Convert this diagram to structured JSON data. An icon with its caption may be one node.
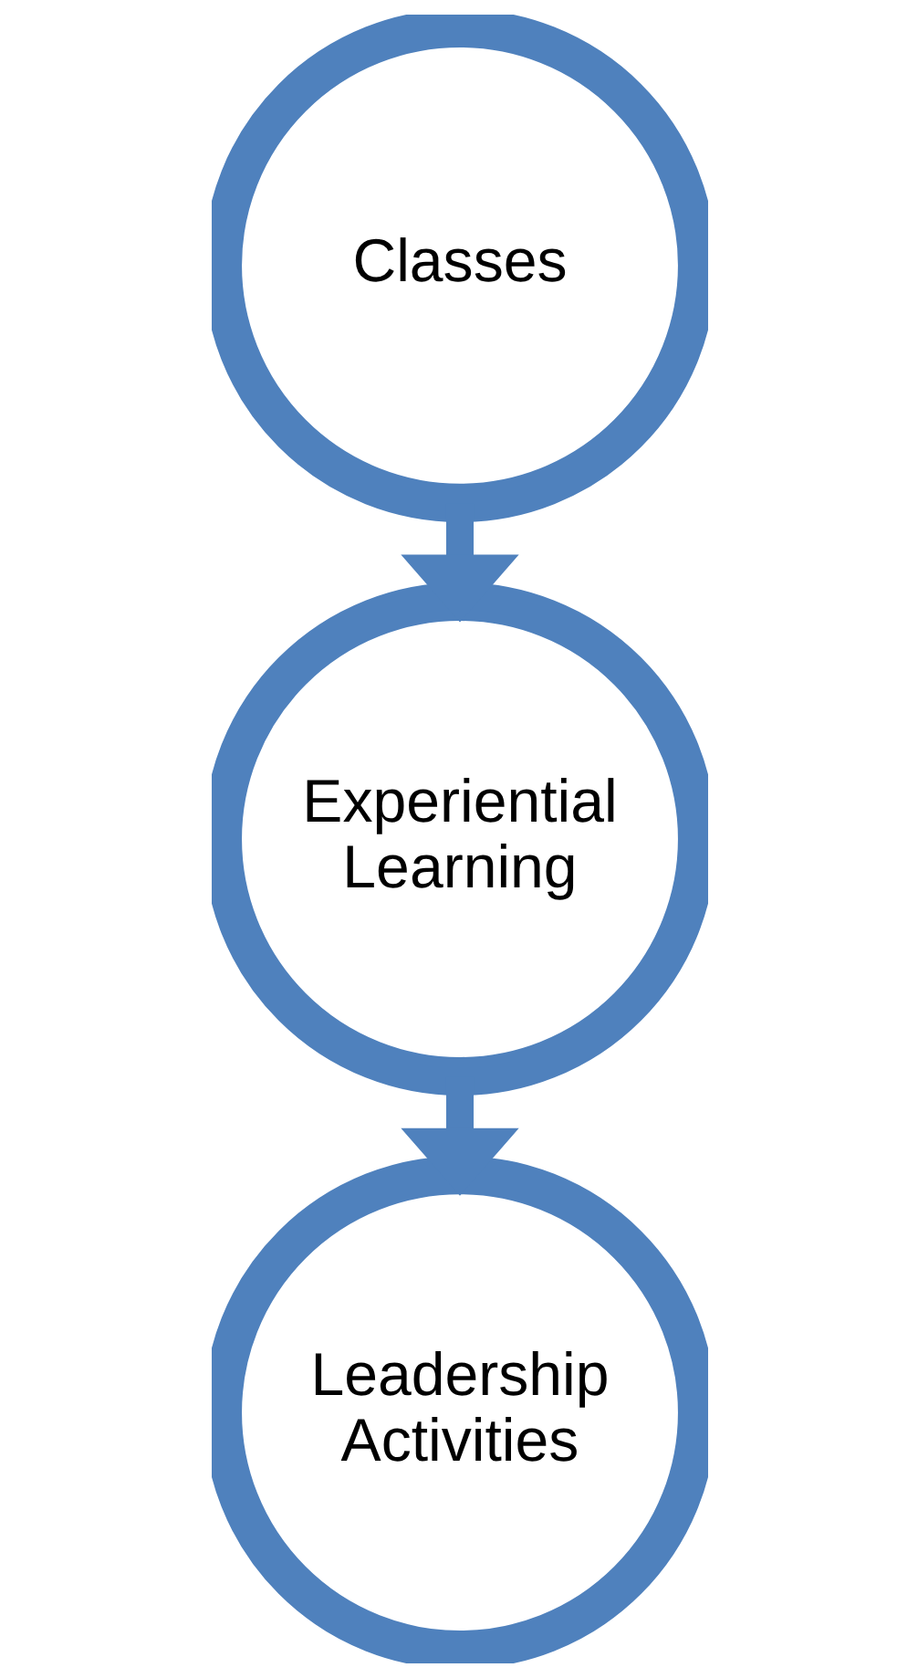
{
  "diagram": {
    "nodes": [
      {
        "text": [
          "Classes"
        ]
      },
      {
        "text": [
          "Experiential Learning"
        ]
      },
      {
        "text": [
          "Leadership Activities"
        ]
      }
    ],
    "edges": [
      {
        "from": 0,
        "to": 1,
        "arrow": "to"
      },
      {
        "from": 1,
        "to": 2,
        "arrow": "to"
      }
    ]
  }
}
